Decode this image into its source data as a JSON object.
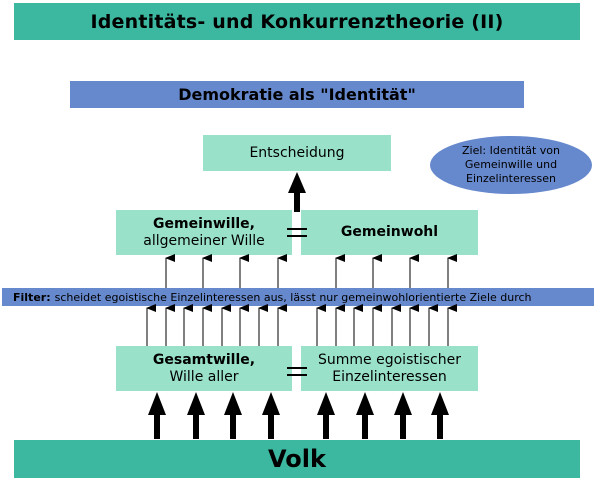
{
  "title": "Identitäts- und Konkurrenztheorie (II)",
  "subtitle": "Demokratie als \"Identität\"",
  "boxes": {
    "entscheidung": "Entscheidung",
    "gemeinwille_line1": "Gemeinwille,",
    "gemeinwille_line2": "allgemeiner Wille",
    "gemeinwohl": "Gemeinwohl",
    "gesamtwille_line1": "Gesamtwille,",
    "gesamtwille_line2": "Wille aller",
    "summe_line1": "Summe egoistischer",
    "summe_line2": "Einzelinteressen"
  },
  "filter": {
    "label": "Filter:",
    "text": "scheidet egoistische Einzelinteressen aus, lässt nur gemeinwohlorientierte Ziele durch"
  },
  "goal": {
    "line1": "Ziel: Identität von",
    "line2": "Gemeinwille und",
    "line3": "Einzelinteressen"
  },
  "volk": "Volk",
  "colors": {
    "teal": "#3cb8a0",
    "blue": "#6688cc",
    "mint": "#99e2c9"
  }
}
